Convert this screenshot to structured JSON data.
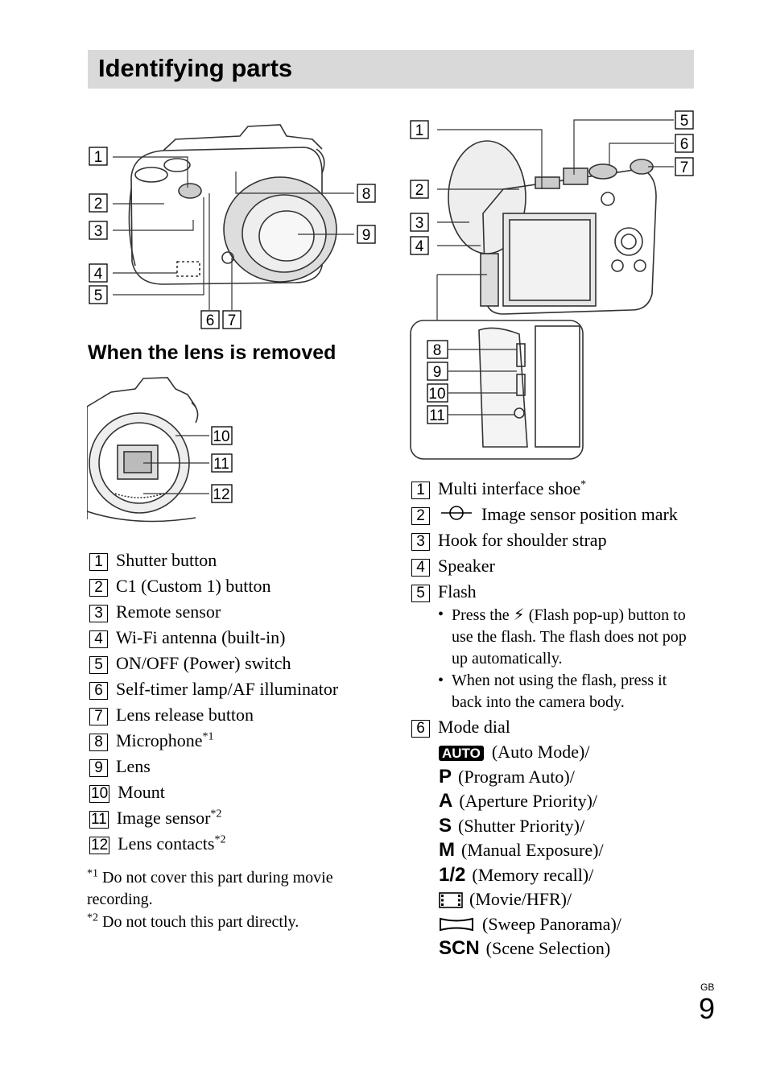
{
  "page": {
    "title": "Identifying parts",
    "subhead": "When the lens is removed",
    "page_label": "GB",
    "page_number": "9"
  },
  "left_list": [
    {
      "num": "1",
      "text": "Shutter button",
      "sup": ""
    },
    {
      "num": "2",
      "text": "C1 (Custom 1) button",
      "sup": ""
    },
    {
      "num": "3",
      "text": "Remote sensor",
      "sup": ""
    },
    {
      "num": "4",
      "text": "Wi-Fi antenna (built-in)",
      "sup": ""
    },
    {
      "num": "5",
      "text": "ON/OFF (Power) switch",
      "sup": ""
    },
    {
      "num": "6",
      "text": "Self-timer lamp/AF illuminator",
      "sup": ""
    },
    {
      "num": "7",
      "text": "Lens release button",
      "sup": ""
    },
    {
      "num": "8",
      "text": "Microphone",
      "sup": "*1"
    },
    {
      "num": "9",
      "text": "Lens",
      "sup": ""
    },
    {
      "num": "10",
      "text": "Mount",
      "sup": ""
    },
    {
      "num": "11",
      "text": "Image sensor",
      "sup": "*2"
    },
    {
      "num": "12",
      "text": "Lens contacts",
      "sup": "*2"
    }
  ],
  "footnotes": [
    {
      "mark": "*1",
      "text": "Do not cover this part during movie recording."
    },
    {
      "mark": "*2",
      "text": "Do not touch this part directly."
    }
  ],
  "right_list": [
    {
      "num": "1",
      "text": "Multi interface shoe",
      "sup": "*"
    },
    {
      "num": "2",
      "text": "Image sensor position mark",
      "sup": ""
    },
    {
      "num": "3",
      "text": "Hook for shoulder strap",
      "sup": ""
    },
    {
      "num": "4",
      "text": "Speaker",
      "sup": ""
    },
    {
      "num": "5",
      "text": "Flash",
      "sup": ""
    }
  ],
  "flash_bullets": [
    {
      "before": "Press the",
      "after": "(Flash pop-up) button to use the flash. The flash does not pop up automatically."
    },
    {
      "before": "",
      "after": "When not using the flash, press it back into the camera body."
    }
  ],
  "mode_dial": {
    "num": "6",
    "text": "Mode dial"
  },
  "modes": [
    {
      "sym": "AUTO",
      "text": "(Auto Mode)/"
    },
    {
      "sym": "P",
      "text": "(Program Auto)/"
    },
    {
      "sym": "A",
      "text": "(Aperture Priority)/"
    },
    {
      "sym": "S",
      "text": "(Shutter Priority)/"
    },
    {
      "sym": "M",
      "text": "(Manual Exposure)/"
    },
    {
      "sym": "1/2",
      "text": "(Memory recall)/"
    },
    {
      "sym": "",
      "text": "(Movie/HFR)/"
    },
    {
      "sym": "",
      "text": "(Sweep Panorama)/"
    },
    {
      "sym": "SCN",
      "text": "(Scene Selection)"
    }
  ],
  "callouts_front": [
    "1",
    "2",
    "3",
    "4",
    "5",
    "6",
    "7",
    "8",
    "9"
  ],
  "callouts_mount": [
    "10",
    "11",
    "12"
  ],
  "callouts_back": [
    "1",
    "2",
    "3",
    "4",
    "5",
    "6",
    "7"
  ],
  "callouts_ports": [
    "8",
    "9",
    "10",
    "11"
  ],
  "colors": {
    "title_bar": "#d9d9d9",
    "line_art": "#333333"
  }
}
